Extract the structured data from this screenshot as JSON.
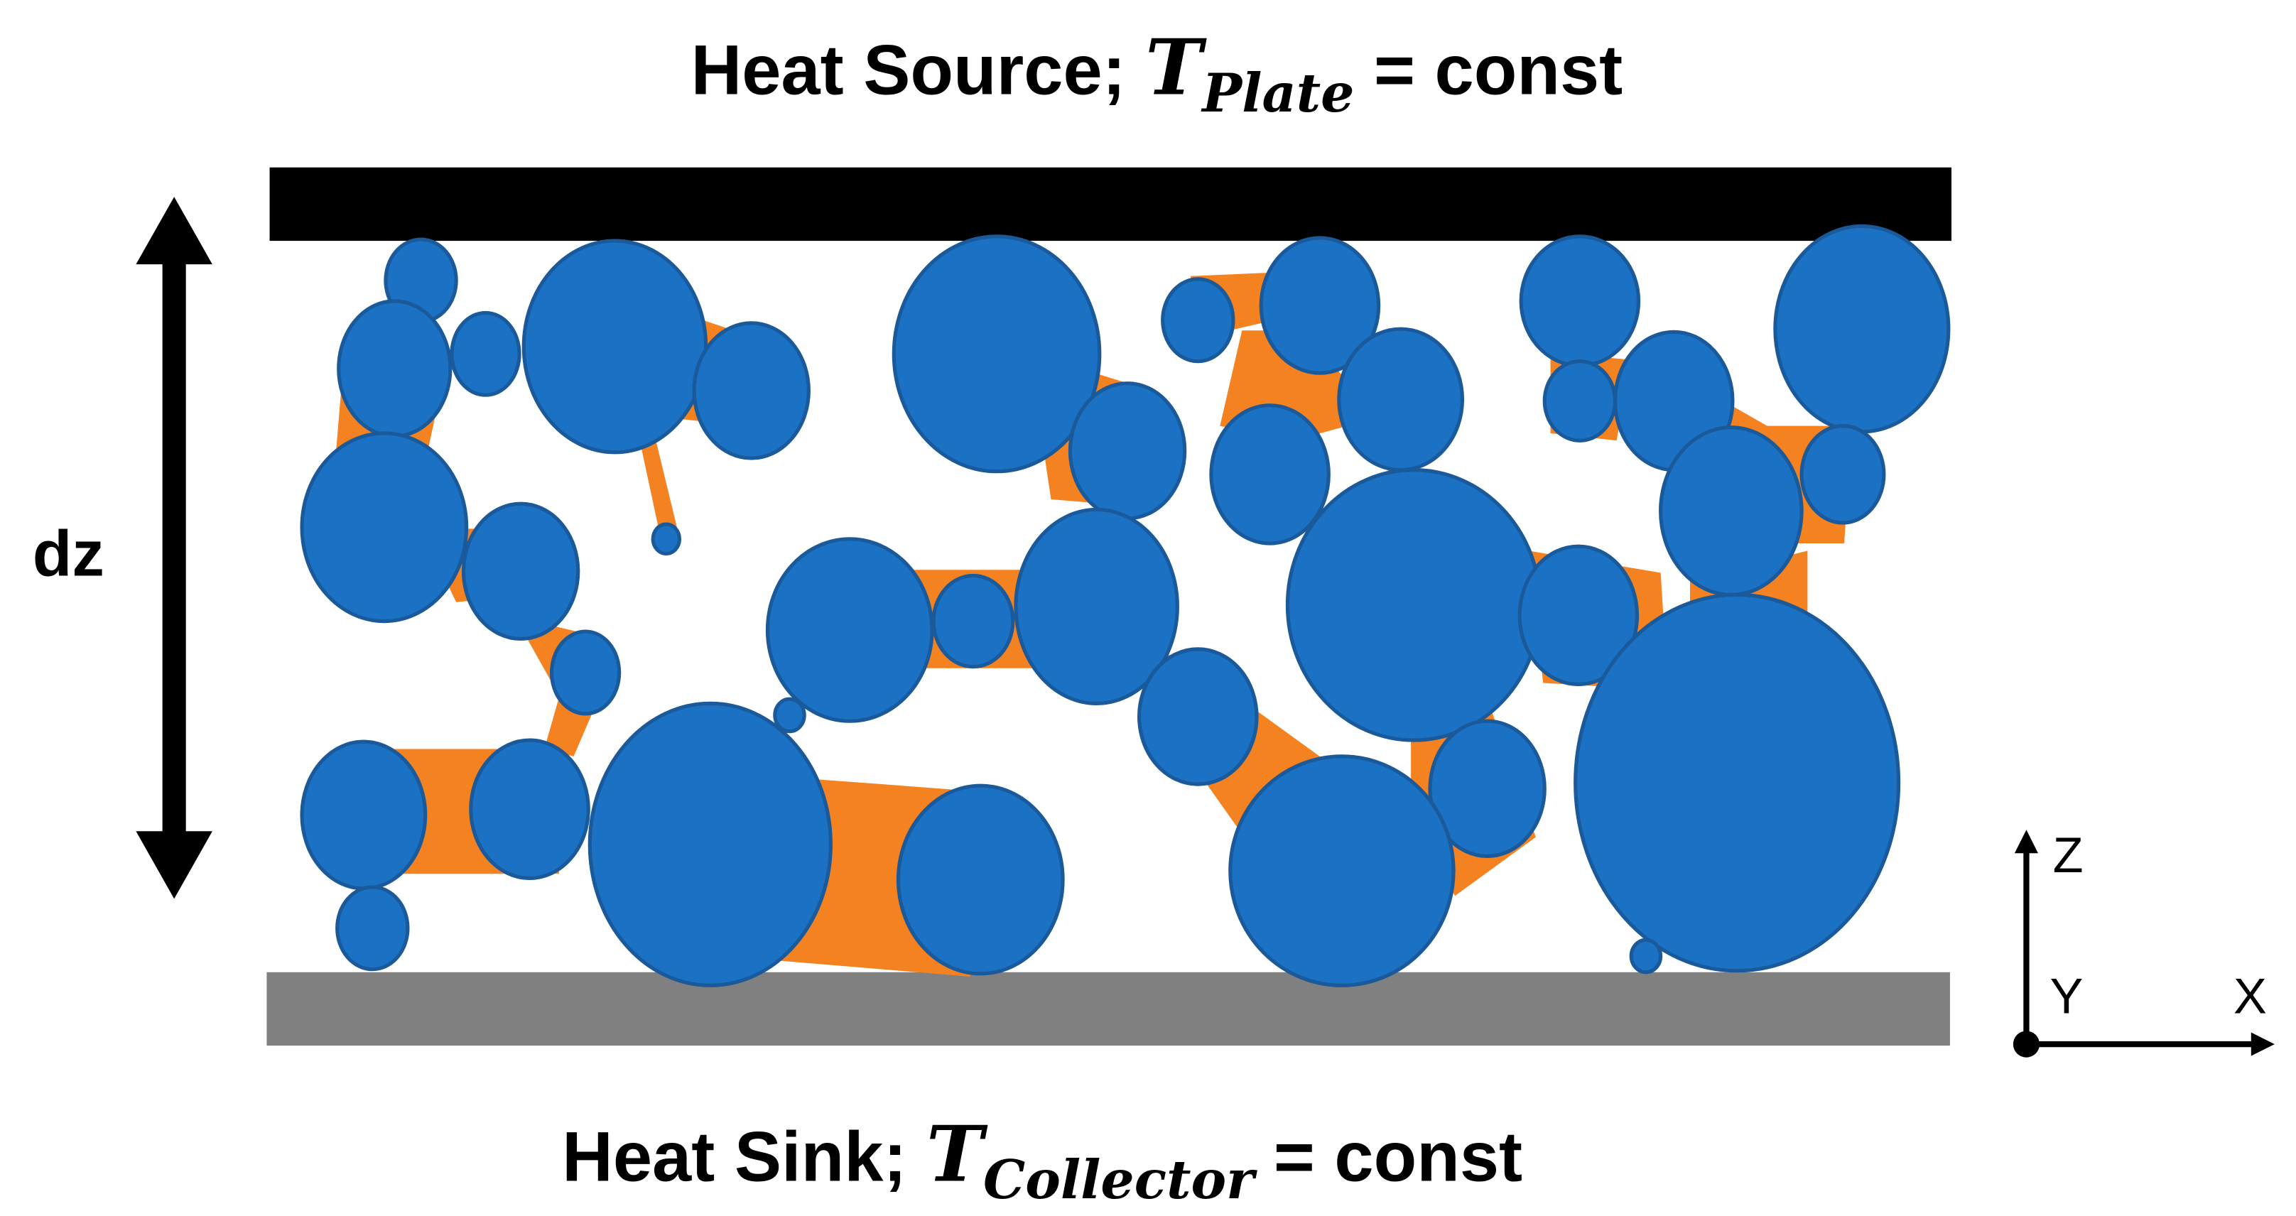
{
  "top_label": {
    "prefix": "Heat Source; ",
    "symbol": "T",
    "subscript": "Plate",
    "suffix": " = const"
  },
  "bottom_label": {
    "prefix": "Heat Sink; ",
    "symbol": "T",
    "subscript": "Collector",
    "suffix": " = const"
  },
  "thickness_label": "dz",
  "axes": {
    "z": "Z",
    "y": "Y",
    "x": "X"
  },
  "colors": {
    "plate": "#000000",
    "collector": "#808080",
    "particle_fill": "#1b72c4",
    "particle_stroke": "#1a5a9a",
    "bridge": "#f58220",
    "arrow": "#000000"
  },
  "icons": {
    "particles": "circle-particle-icon",
    "bridges": "neck-bridge-icon",
    "thickness_arrow": "double-arrow-icon",
    "axes": "coordinate-axes-icon"
  }
}
